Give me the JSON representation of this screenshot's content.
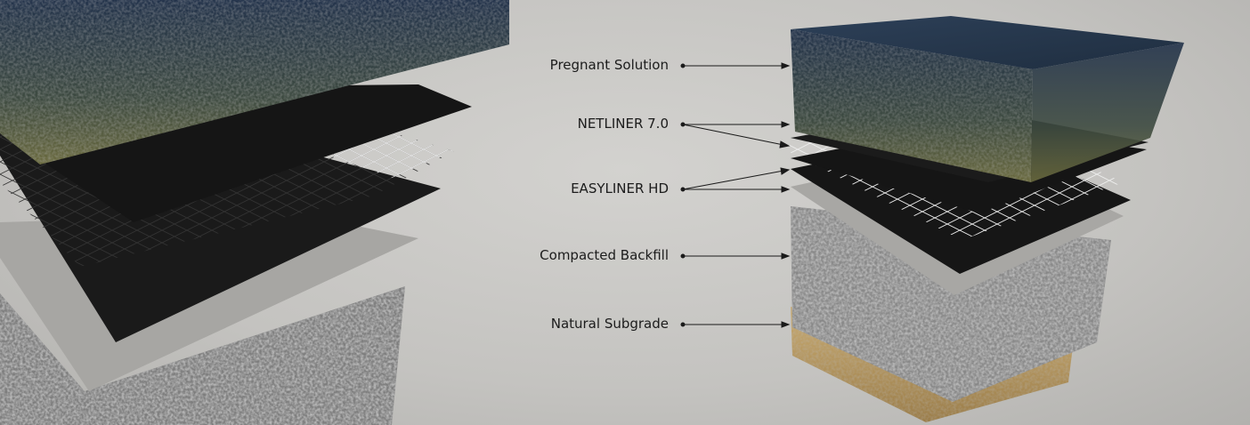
{
  "diagram": {
    "labels": {
      "pregnant_solution": "Pregnant Solution",
      "netliner": "NETLINER 7.0",
      "easyliner": "EASYLINER HD",
      "backfill": "Compacted Backfill",
      "subgrade": "Natural Subgrade"
    },
    "colors": {
      "background": "#c8c7c4",
      "water": "#2f3d4a",
      "liner": "#1a1a1a",
      "geotextile": "#a9a8a5",
      "gravel": "#8a8a8a",
      "subgrade": "#b89a63"
    }
  }
}
